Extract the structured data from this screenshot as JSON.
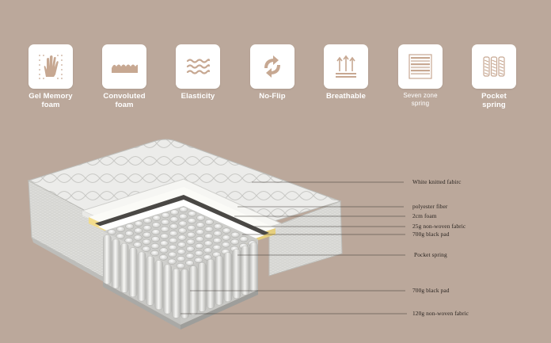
{
  "features": [
    {
      "label": "Gel Memory\nfoam",
      "icon": "hand-icon"
    },
    {
      "label": "Convoluted\nfoam",
      "icon": "convoluted-foam-icon"
    },
    {
      "label": "Elasticity",
      "icon": "wave-icon"
    },
    {
      "label": "No-Flip",
      "icon": "flip-arrows-icon"
    },
    {
      "label": "Breathable",
      "icon": "airflow-arrows-icon"
    },
    {
      "label": "Seven zone\nspring",
      "icon": "seven-zone-spring-icon"
    },
    {
      "label": "Pocket\nspring",
      "icon": "pocket-spring-icon"
    }
  ],
  "layers": [
    "White knitted fabirc",
    "polyester fiber",
    "2cm foam",
    "25g non-woven fabric",
    "700g black pad",
    "Pocket spring",
    "700g black pad",
    "120g non-woven fabric"
  ],
  "colors": {
    "background": "#bba89b",
    "icon_stroke": "#c7a892",
    "label_text": "#ffffff",
    "layer_text": "#2a2420",
    "foam_yellow": "#f2dc8c"
  }
}
